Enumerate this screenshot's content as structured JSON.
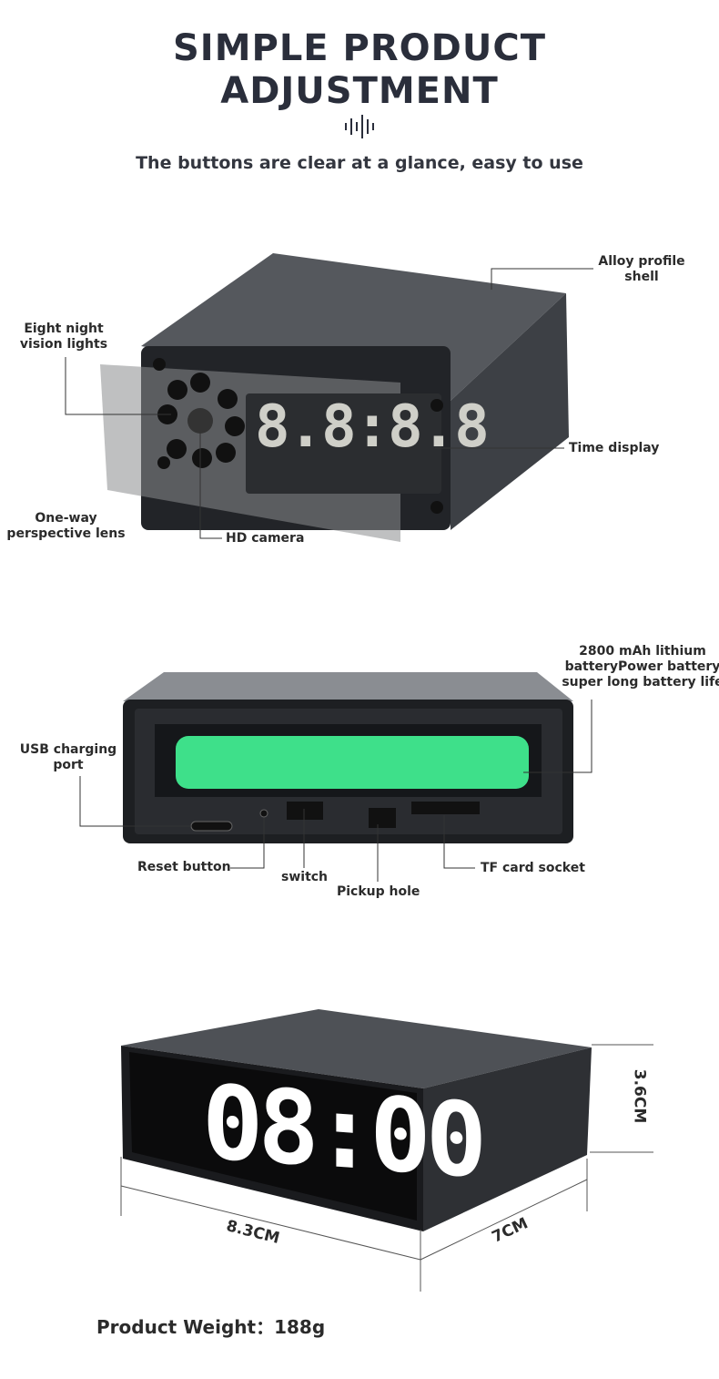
{
  "header": {
    "title_line1": "SIMPLE PRODUCT",
    "title_line2": "ADJUSTMENT",
    "icon": "sound-wave-icon",
    "subtitle": "The buttons are clear at a glance, easy to use"
  },
  "front_view": {
    "display_digits": "8.8:8.8",
    "labels": {
      "shell": [
        "Alloy profile",
        "shell"
      ],
      "night_lights": [
        "Eight night",
        "vision lights"
      ],
      "time_display": "Time display",
      "lens": [
        "One-way",
        "perspective lens"
      ],
      "camera": "HD camera"
    }
  },
  "back_view": {
    "battery_color": "#3ee08a",
    "labels": {
      "battery": [
        "2800 mAh lithium",
        "batteryPower battery",
        "super long battery life"
      ],
      "usb": [
        "USB charging",
        "port"
      ],
      "reset": "Reset button",
      "switch": "switch",
      "pickup": "Pickup hole",
      "tf": "TF card socket"
    }
  },
  "dimensions": {
    "display_time": "08:00",
    "height": "3.6CM",
    "length": "8.3CM",
    "depth": "7CM"
  },
  "weight": {
    "label": "Product Weight：",
    "value": "188g"
  }
}
